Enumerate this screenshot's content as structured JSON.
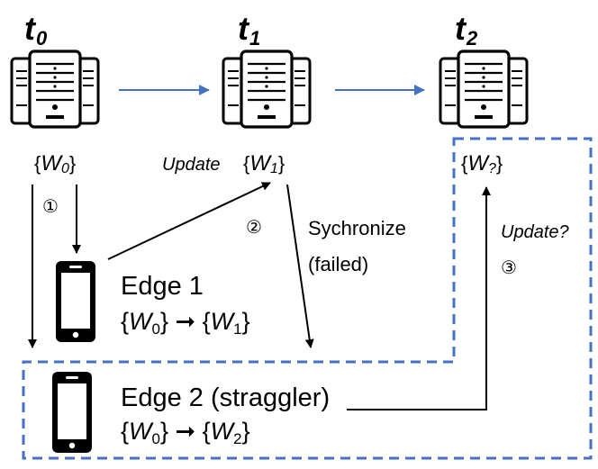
{
  "times": [
    {
      "base": "t",
      "sub": "0"
    },
    {
      "base": "t",
      "sub": "1"
    },
    {
      "base": "t",
      "sub": "2"
    }
  ],
  "weight_sets": {
    "w0": {
      "open": "{",
      "var": "W",
      "sub": "0",
      "close": "}"
    },
    "w1": {
      "open": "{",
      "var": "W",
      "sub": "1",
      "close": "}"
    },
    "w2": {
      "open": "{",
      "var": "W",
      "sub": "?",
      "close": "}"
    }
  },
  "labels": {
    "update": "Update",
    "update_q": "Update?",
    "sync_line1": "Sychronize",
    "sync_line2": "(failed)"
  },
  "steps": [
    "①",
    "②",
    "③"
  ],
  "edges": [
    {
      "title": "Edge 1",
      "from_var": "W",
      "from_sub": "0",
      "arrow": "➞",
      "to_var": "W",
      "to_sub": "1"
    },
    {
      "title": "Edge 2 (straggler)",
      "from_var": "W",
      "from_sub": "0",
      "arrow": "➞",
      "to_var": "W",
      "to_sub": "2"
    }
  ],
  "colors": {
    "timeline_arrow": "#4472c4",
    "dashed_box": "#4472c4",
    "ink": "#000000"
  },
  "icons": [
    "server-rack-icon",
    "smartphone-icon"
  ]
}
